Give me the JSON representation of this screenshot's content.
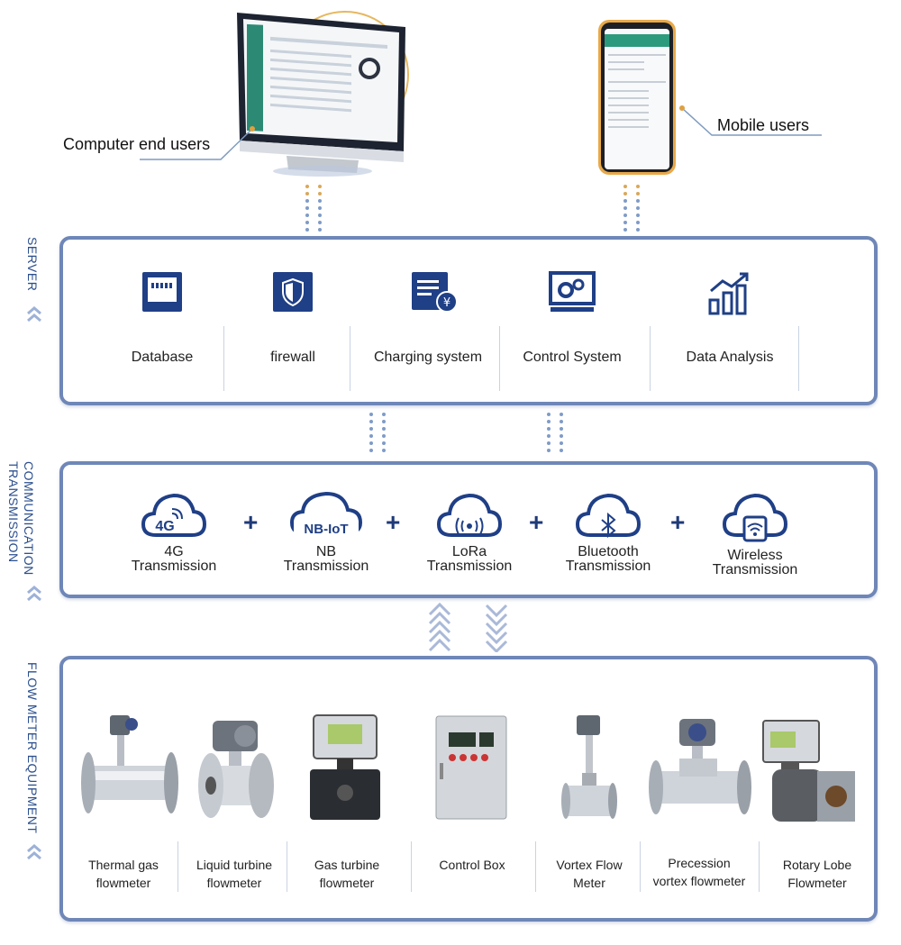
{
  "users": {
    "computer_label": "Computer end users",
    "mobile_label": "Mobile users"
  },
  "sections": {
    "server": "SERVER",
    "communication_line1": "COMMUNICATION",
    "communication_line2": "TRANSMISSION",
    "equipment": "FLOW METER EQUIPMENT"
  },
  "server_items": [
    {
      "label": "Database",
      "icon": "database-icon"
    },
    {
      "label": "firewall",
      "icon": "shield-icon"
    },
    {
      "label": "Charging system",
      "icon": "billing-icon"
    },
    {
      "label": "Control System",
      "icon": "gears-monitor-icon"
    },
    {
      "label": "Data Analysis",
      "icon": "bar-chart-icon"
    }
  ],
  "comm_items": [
    {
      "badge": "4G",
      "line1": "4G",
      "line2": "Transmission",
      "icon": "cloud-4g-icon"
    },
    {
      "badge": "NB-IoT",
      "line1": "NB",
      "line2": "Transmission",
      "icon": "cloud-nbiot-icon"
    },
    {
      "badge": "",
      "line1": "LoRa",
      "line2": "Transmission",
      "icon": "cloud-lora-icon"
    },
    {
      "badge": "",
      "line1": "Bluetooth",
      "line2": "Transmission",
      "icon": "cloud-bluetooth-icon"
    },
    {
      "badge": "",
      "line1": "Wireless",
      "line2": "Transmission",
      "icon": "cloud-wifi-icon"
    }
  ],
  "plus_sign": "+",
  "equipment_items": [
    {
      "line1": "Thermal gas",
      "line2": "flowmeter"
    },
    {
      "line1": "Liquid turbine",
      "line2": "flowmeter"
    },
    {
      "line1": "Gas turbine",
      "line2": "flowmeter"
    },
    {
      "line1": "Control Box",
      "line2": ""
    },
    {
      "line1": "Vortex Flow",
      "line2": "Meter"
    },
    {
      "line1": "Precession",
      "line2": "vortex flowmeter"
    },
    {
      "line1": "Rotary Lobe",
      "line2": "Flowmeter"
    }
  ],
  "colors": {
    "frame": "#6f87b8",
    "icon_blue": "#1f3f86",
    "accent_orange": "#e0a040"
  }
}
